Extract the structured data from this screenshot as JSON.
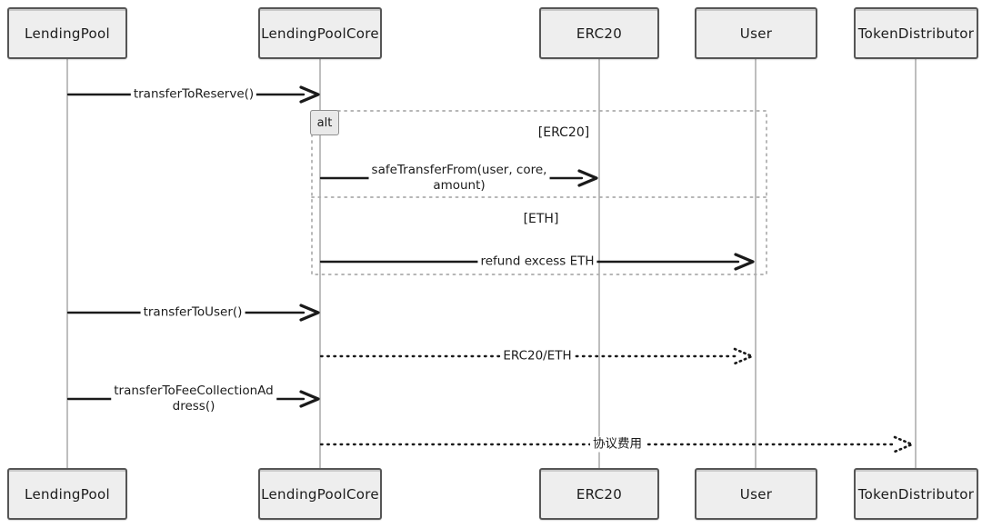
{
  "diagram_type": "sequence-diagram",
  "actors": [
    {
      "label": "LendingPool"
    },
    {
      "label": "LendingPoolCore"
    },
    {
      "label": "ERC20"
    },
    {
      "label": "User"
    },
    {
      "label": "TokenDistributor"
    }
  ],
  "messages": [
    {
      "from": "LendingPool",
      "to": "LendingPoolCore",
      "style": "solid",
      "label": "transferToReserve()",
      "lines": [
        "transferToReserve()"
      ]
    },
    {
      "from": "LendingPoolCore",
      "to": "ERC20",
      "style": "solid",
      "label": "safeTransferFrom(user, core, amount)",
      "lines": [
        "safeTransferFrom(user, core,",
        "amount)"
      ]
    },
    {
      "from": "LendingPoolCore",
      "to": "User",
      "style": "solid",
      "label": "refund excess ETH",
      "lines": [
        "refund excess ETH"
      ]
    },
    {
      "from": "LendingPool",
      "to": "LendingPoolCore",
      "style": "solid",
      "label": "transferToUser()",
      "lines": [
        "transferToUser()"
      ]
    },
    {
      "from": "LendingPoolCore",
      "to": "User",
      "style": "dotted",
      "label": "ERC20/ETH",
      "lines": [
        "ERC20/ETH"
      ]
    },
    {
      "from": "LendingPool",
      "to": "LendingPoolCore",
      "style": "solid",
      "label": "transferToFeeCollectionAddress()",
      "lines": [
        "transferToFeeCollectionAd",
        "dress()"
      ]
    },
    {
      "from": "LendingPoolCore",
      "to": "TokenDistributor",
      "style": "dotted",
      "label": "协议费用",
      "lines": [
        "协议费用"
      ]
    }
  ],
  "alt_frame": {
    "tab_label": "alt",
    "conditions": [
      "[ERC20]",
      "[ETH]"
    ]
  },
  "colors": {
    "background": "#ffffff",
    "actor_fill": "#eeeeee",
    "actor_border": "#565656",
    "lifeline": "#9b9b9b",
    "arrow": "#1a1a1a",
    "frame_border": "#acacac"
  }
}
